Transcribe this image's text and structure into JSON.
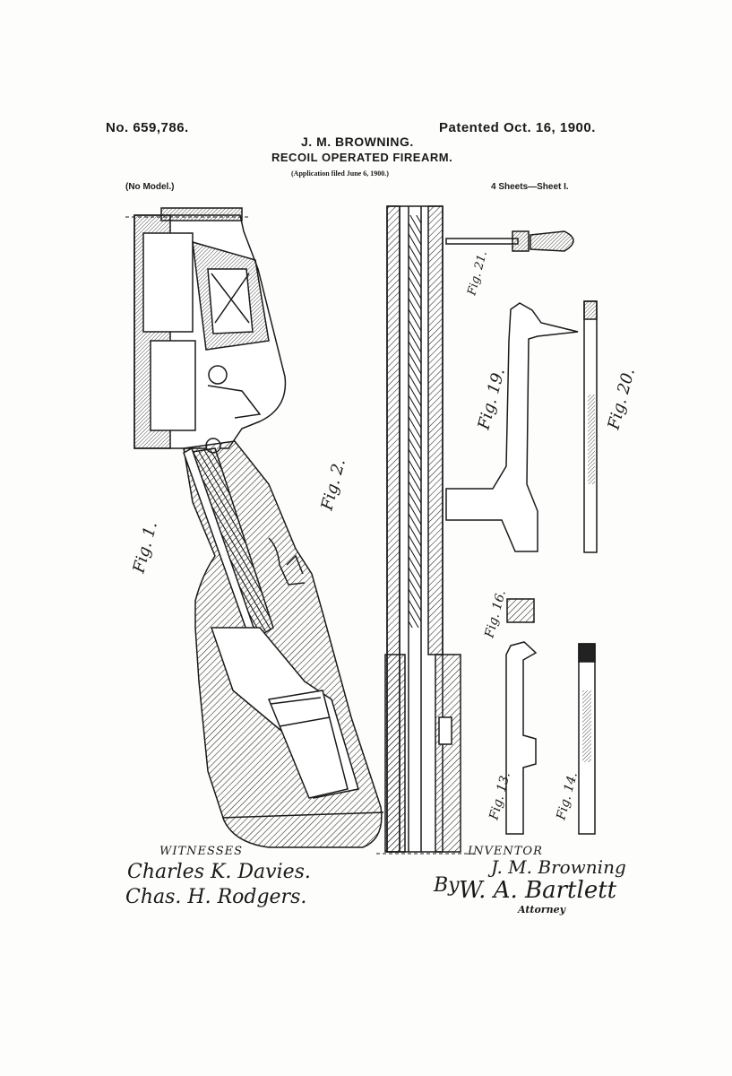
{
  "header": {
    "patent_number": "No. 659,786.",
    "patent_date": "Patented Oct. 16, 1900.",
    "inventor_name": "J. M. BROWNING.",
    "title": "RECOIL OPERATED FIREARM.",
    "application": "(Application filed June 6, 1900.)",
    "model": "(No Model.)",
    "sheet": "4 Sheets—Sheet I."
  },
  "figures": {
    "fig1": "Fig. 1.",
    "fig2": "Fig. 2.",
    "fig13": "Fig. 13.",
    "fig14": "Fig. 14.",
    "fig16": "Fig. 16.",
    "fig19": "Fig. 19.",
    "fig20": "Fig. 20.",
    "fig21": "Fig. 21."
  },
  "signatures": {
    "witnesses_label": "WITNESSES",
    "witness_1": "Charles K. Davies.",
    "witness_2": "Chas. H. Rodgers.",
    "inventor_label": "INVENTOR",
    "inventor_signature": "J. M. Browning",
    "by": "By",
    "attorney_signature": "W. A. Bartlett",
    "attorney_label": "Attorney"
  }
}
